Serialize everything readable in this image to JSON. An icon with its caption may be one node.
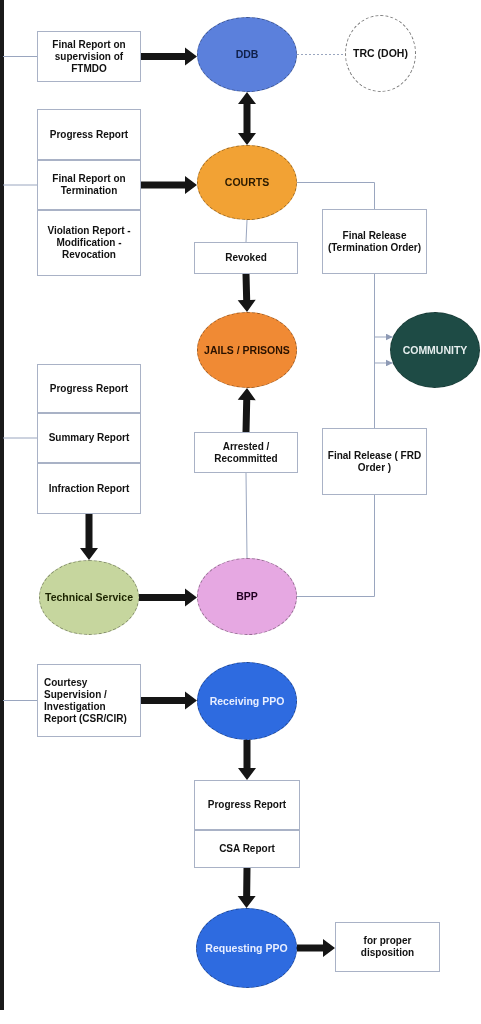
{
  "diagram": {
    "nodes": [
      {
        "text": [
          "Final Report on supervision of FTMDO"
        ]
      },
      {
        "text": [
          "DDB"
        ]
      },
      {
        "text": [
          "TRC (DOH)"
        ]
      },
      {
        "text": [
          "Progress Report"
        ]
      },
      {
        "text": [
          "Final Report on Termination"
        ]
      },
      {
        "text": [
          "Violation Report - Modification - Revocation"
        ]
      },
      {
        "text": [
          "COURTS"
        ]
      },
      {
        "text": [
          "Revoked"
        ]
      },
      {
        "text": [
          "Final Release (Termination Order)"
        ]
      },
      {
        "text": [
          "JAILS / PRISONS"
        ]
      },
      {
        "text": [
          "COMMUNITY"
        ]
      },
      {
        "text": [
          "Progress Report"
        ]
      },
      {
        "text": [
          "Summary Report"
        ]
      },
      {
        "text": [
          "Infraction Report"
        ]
      },
      {
        "text": [
          "Arrested / Recommitted"
        ]
      },
      {
        "text": [
          "Final Release ( FRD Order )"
        ]
      },
      {
        "text": [
          "Technical Service"
        ]
      },
      {
        "text": [
          "BPP"
        ]
      },
      {
        "text": [
          "Courtesy Supervision / Investigation Report (CSR/CIR)"
        ]
      },
      {
        "text": [
          "Receiving PPO"
        ]
      },
      {
        "text": [
          "Progress Report"
        ]
      },
      {
        "text": [
          "CSA Report"
        ]
      },
      {
        "text": [
          "Requesting PPO"
        ]
      },
      {
        "text": [
          "for proper disposition"
        ]
      }
    ],
    "edges": [
      {
        "from": 0,
        "to": 1,
        "arrow": "to",
        "style": "thick"
      },
      {
        "from": 1,
        "to": 6,
        "arrow": "both",
        "style": "thick"
      },
      {
        "from": 1,
        "to": 2,
        "arrow": "none",
        "style": "dashed",
        "color": "#9aa6bf"
      },
      {
        "from": 4,
        "to": 6,
        "arrow": "to",
        "style": "thick"
      },
      {
        "from": 6,
        "to": 7,
        "arrow": "none",
        "color": "#9aa6bf"
      },
      {
        "from": 7,
        "to": 9,
        "arrow": "to",
        "style": "thick"
      },
      {
        "from": 6,
        "to": 8,
        "arrow": "none",
        "color": "#9aa6bf"
      },
      {
        "from": 8,
        "to": 10,
        "arrow": "to",
        "color": "#9aa6bf"
      },
      {
        "from": 15,
        "to": 10,
        "arrow": "to",
        "color": "#9aa6bf"
      },
      {
        "from": 14,
        "to": 9,
        "arrow": "to",
        "style": "thick"
      },
      {
        "from": 17,
        "to": 14,
        "arrow": "none",
        "color": "#9aa6bf"
      },
      {
        "from": 17,
        "to": 15,
        "arrow": "none",
        "color": "#9aa6bf"
      },
      {
        "from": 13,
        "to": 16,
        "arrow": "to",
        "style": "thick"
      },
      {
        "from": 16,
        "to": 17,
        "arrow": "to",
        "style": "thick"
      },
      {
        "from": 18,
        "to": 19,
        "arrow": "to",
        "style": "thick"
      },
      {
        "from": 19,
        "to": 20,
        "arrow": "to",
        "style": "thick"
      },
      {
        "from": 21,
        "to": 22,
        "arrow": "to",
        "style": "thick"
      },
      {
        "from": 22,
        "to": 23,
        "arrow": "to",
        "style": "thick"
      },
      {
        "from": null,
        "to": 0,
        "arrow": "none",
        "color": "#9aa6bf"
      },
      {
        "from": null,
        "to": 4,
        "arrow": "none",
        "color": "#9aa6bf"
      },
      {
        "from": null,
        "to": 12,
        "arrow": "none",
        "color": "#9aa6bf"
      },
      {
        "from": null,
        "to": 18,
        "arrow": "none",
        "color": "#9aa6bf"
      }
    ]
  }
}
